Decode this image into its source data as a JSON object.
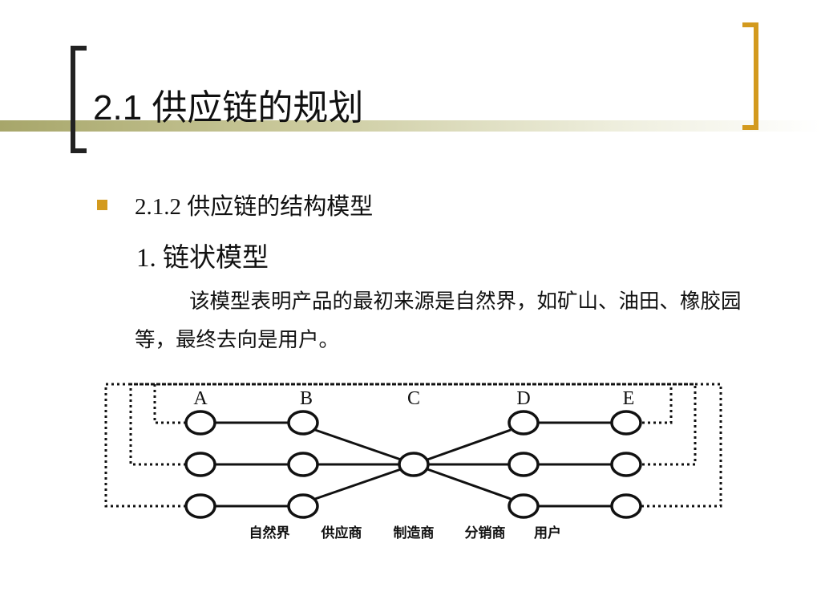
{
  "slide": {
    "title": "2.1 供应链的规划",
    "section_number": "2.1.2",
    "section_title": "供应链的结构模型",
    "model_title": "1. 链状模型",
    "paragraph": "该模型表明产品的最初来源是自然界，如矿山、油田、橡胶园等，最终去向是用户。",
    "accent_color": "#d39a1e"
  },
  "diagram": {
    "columns": [
      "A",
      "B",
      "C",
      "D",
      "E"
    ],
    "roles": [
      "自然界",
      "供应商",
      "制造商",
      "分销商",
      "用户"
    ]
  }
}
